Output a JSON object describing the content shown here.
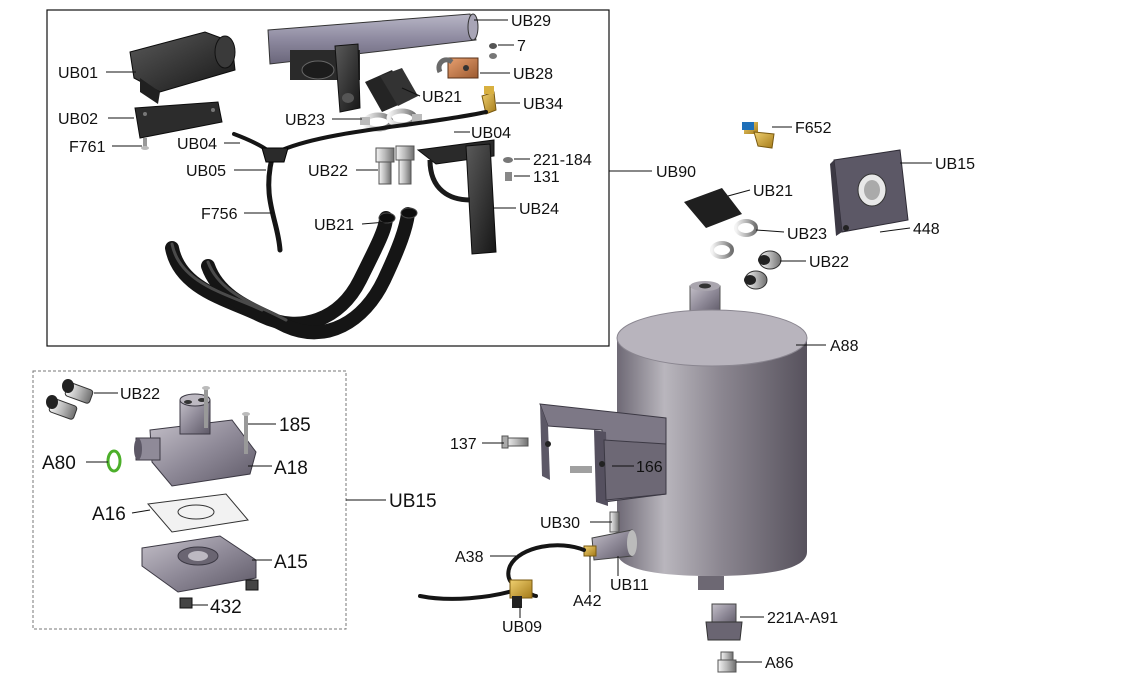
{
  "diagram": {
    "labels": {
      "ub29": "UB29",
      "n7": "7",
      "ub01": "UB01",
      "ub28": "UB28",
      "ub21_top": "UB21",
      "ub34": "UB34",
      "ub02": "UB02",
      "ub23_top": "UB23",
      "ub04_right": "UB04",
      "f761": "F761",
      "ub04_left": "UB04",
      "n221_184": "221-184",
      "ub05": "UB05",
      "ub22_top": "UB22",
      "n131": "131",
      "ub90": "UB90",
      "ub24": "UB24",
      "f756": "F756",
      "ub21_mid": "UB21",
      "f652": "F652",
      "ub15_right": "UB15",
      "ub21_right": "UB21",
      "n448": "448",
      "ub23_right": "UB23",
      "ub22_right": "UB22",
      "a88": "A88",
      "ub22_box": "UB22",
      "n185": "185",
      "a80": "A80",
      "a18": "A18",
      "ub15_box": "UB15",
      "a16": "A16",
      "a15": "A15",
      "n432": "432",
      "n137": "137",
      "n166": "166",
      "ub30": "UB30",
      "a38": "A38",
      "ub11": "UB11",
      "a42": "A42",
      "ub09": "UB09",
      "n221a_a91": "221A-A91",
      "a86": "A86"
    },
    "colors": {
      "part_dark": "#2b2b2b",
      "part_metal": "#8f8a98",
      "part_brass": "#c8a032",
      "seal_green": "#4caf2a",
      "fitting_blue": "#1e6fb8"
    }
  }
}
